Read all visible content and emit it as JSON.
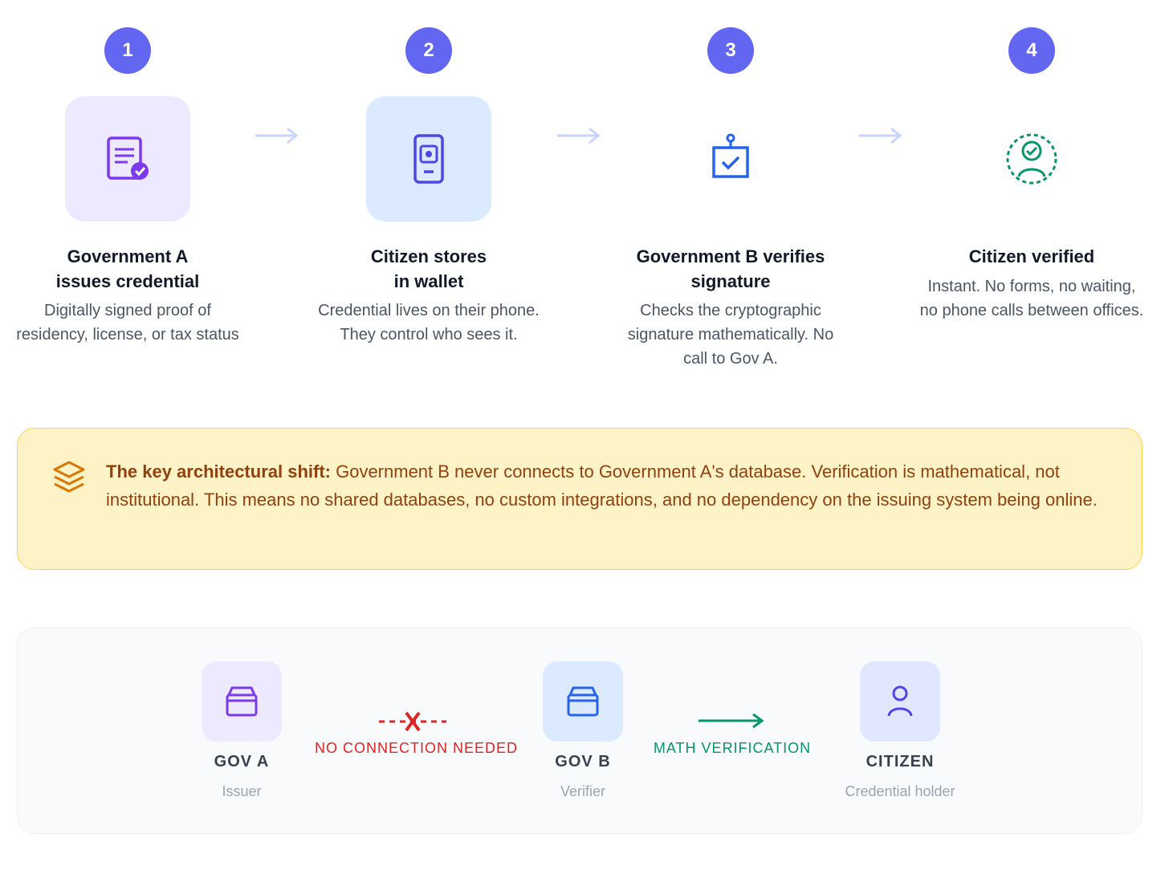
{
  "steps": [
    {
      "number": "1",
      "title_line1": "Government A",
      "title_line2": "issues credential",
      "description": "Digitally signed proof of residency, license, or tax status",
      "icon": "document-check-icon"
    },
    {
      "number": "2",
      "title_line1": "Citizen stores",
      "title_line2": "in wallet",
      "description": "Credential lives on their phone. They control who sees it.",
      "icon": "phone-wallet-icon"
    },
    {
      "number": "3",
      "title_line1": "Government B verifies",
      "title_line2": "signature",
      "description": "Checks the cryptographic signature mathematically. No call to Gov A.",
      "icon": "verify-badge-icon"
    },
    {
      "number": "4",
      "title_line1": "Citizen verified",
      "title_line2": "",
      "description": "Instant. No forms, no waiting, no phone calls between offices.",
      "icon": "user-verified-icon"
    }
  ],
  "callout": {
    "lead": "The key architectural shift:",
    "body": " Government B never connects to Government A's database. Verification is mathematical, not institutional. This means no shared databases, no custom integrations, and no dependency on the issuing system being online.",
    "icon": "layers-icon"
  },
  "panel": {
    "nodes": [
      {
        "label": "GOV A",
        "sub": "Issuer",
        "icon": "box-icon"
      },
      {
        "label": "GOV B",
        "sub": "Verifier",
        "icon": "box-icon"
      },
      {
        "label": "CITIZEN",
        "sub": "Credential holder",
        "icon": "user-icon"
      }
    ],
    "links": [
      {
        "caption": "NO CONNECTION NEEDED",
        "color": "#dc2626"
      },
      {
        "caption": "MATH VERIFICATION",
        "color": "#059669"
      }
    ]
  },
  "colors": {
    "accent": "#6366f1",
    "purple": "#7c3aed",
    "blue": "#2563eb",
    "green": "#059669",
    "red": "#dc2626",
    "amber": "#92400e"
  }
}
